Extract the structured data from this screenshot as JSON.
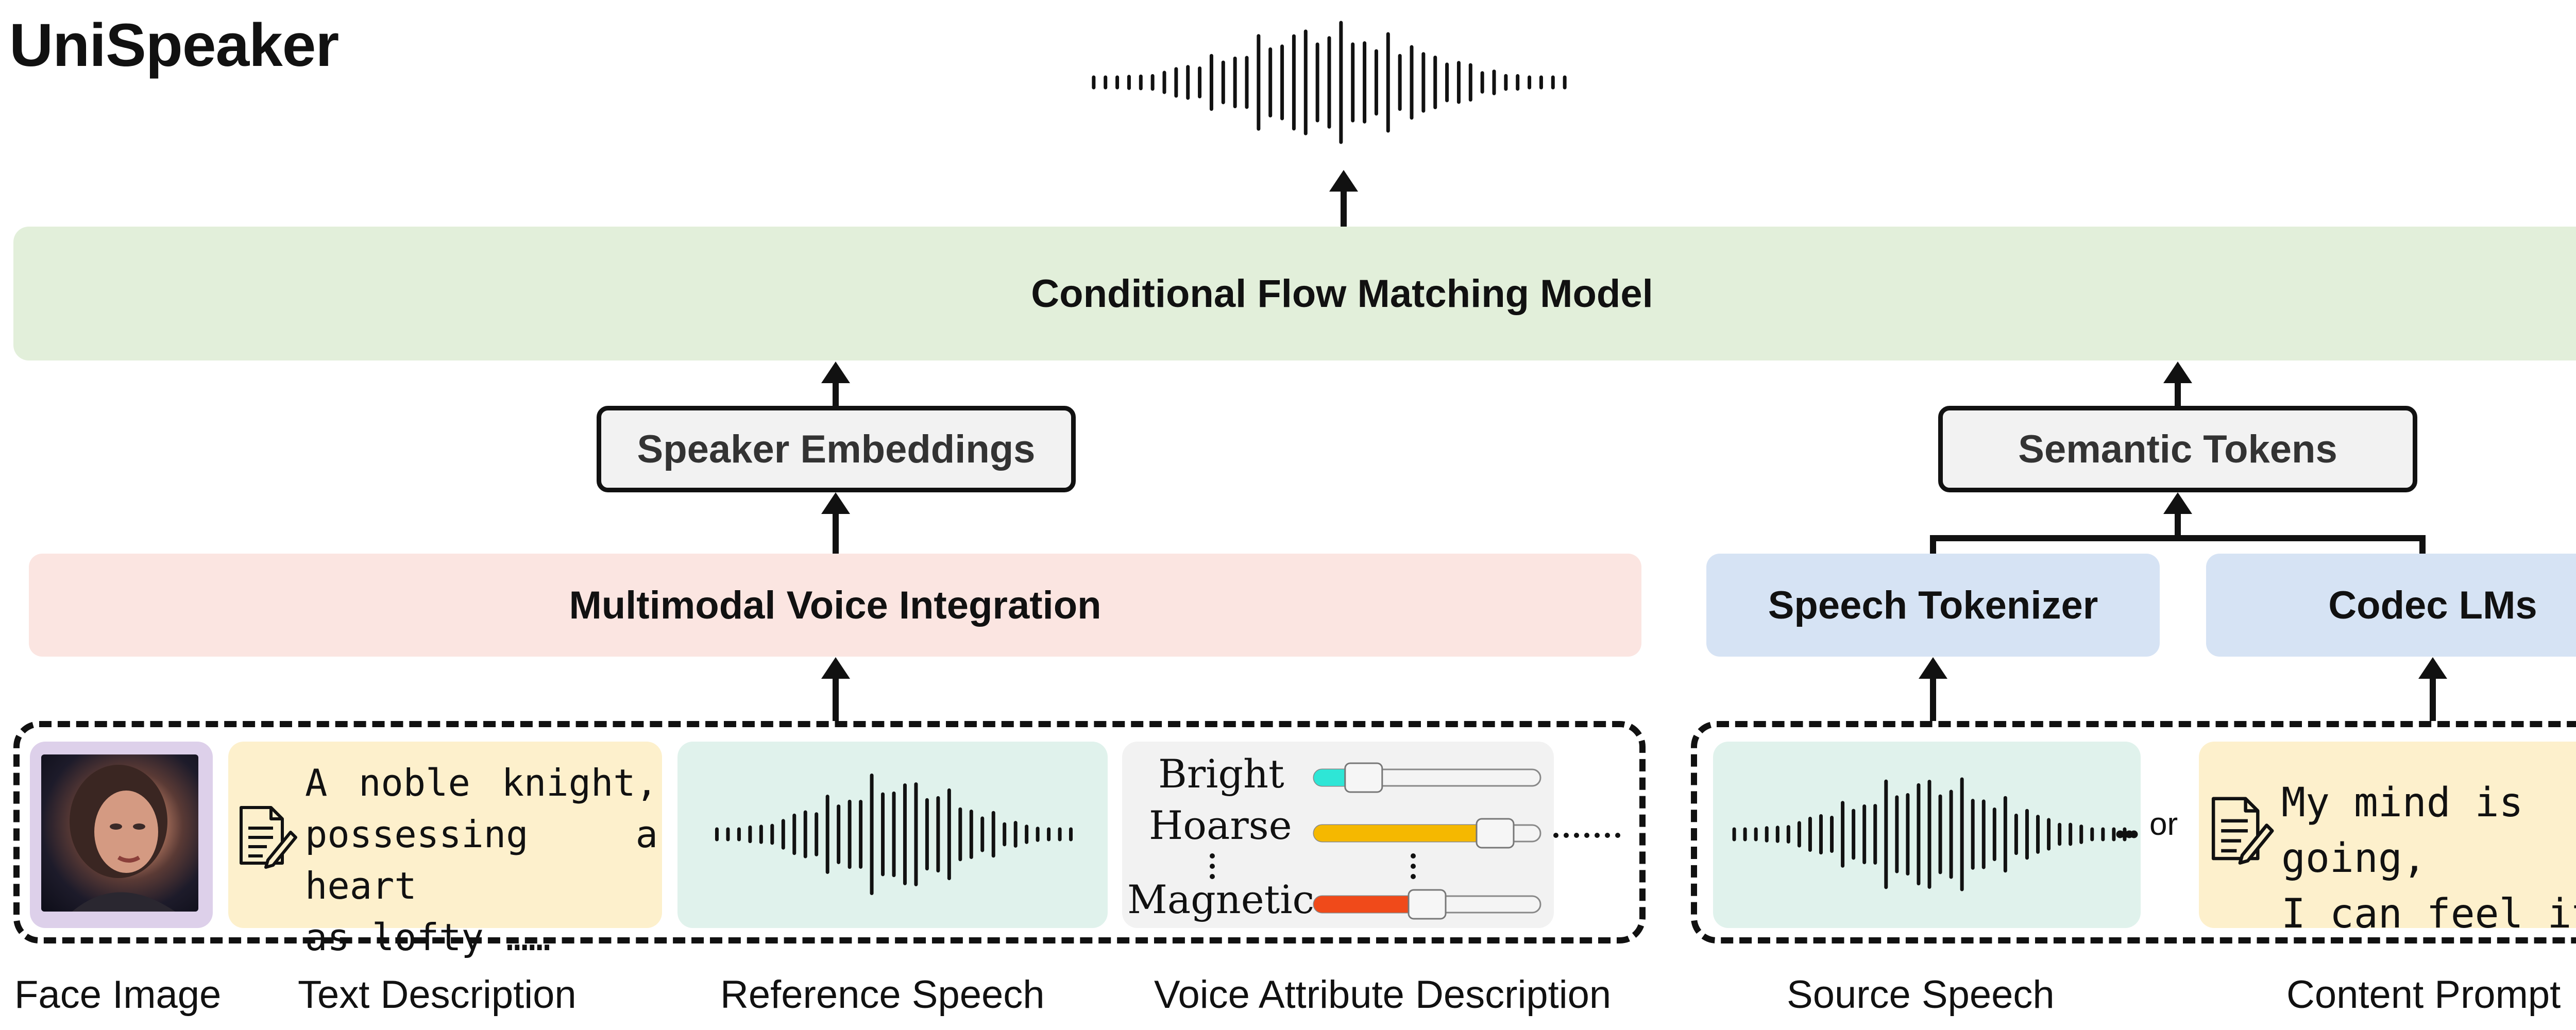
{
  "title": "UniSpeaker",
  "blocks": {
    "flow_model": "Conditional Flow Matching Model",
    "speaker_embeddings": "Speaker Embeddings",
    "semantic_tokens": "Semantic Tokens",
    "multimodal_integration": "Multimodal Voice Integration",
    "speech_tokenizer": "Speech Tokenizer",
    "codec_lms": "Codec LMs"
  },
  "text_description": [
    "A noble knight,",
    "possessing a heart",
    "as lofty ……"
  ],
  "voice_attributes": {
    "labels": [
      "Bright",
      "Hoarse",
      "Magnetic"
    ],
    "sliders": [
      {
        "color": "#2ee6d6",
        "level": 0.22
      },
      {
        "color": "#f5b800",
        "level": 0.8
      },
      {
        "color": "#f04a1a",
        "level": 0.5
      }
    ]
  },
  "or_label": "or",
  "content_prompt": [
    "My mind is going,",
    "I can feel it."
  ],
  "captions": {
    "face_image": "Face Image",
    "text_description": "Text Description",
    "reference_speech": "Reference Speech",
    "voice_attribute_description": "Voice Attribute Description",
    "source_speech": "Source Speech",
    "content_prompt": "Content Prompt"
  }
}
